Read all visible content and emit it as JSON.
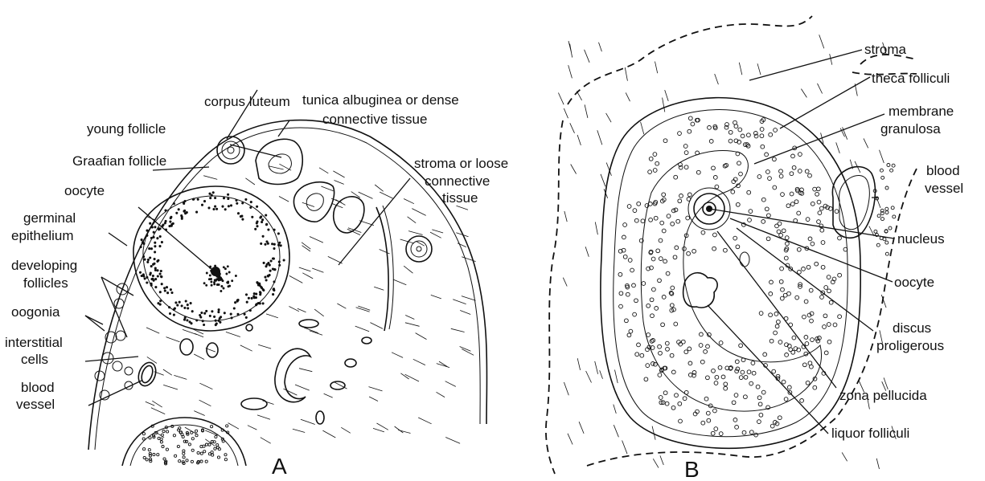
{
  "panel_a": {
    "letter": "A",
    "labels": {
      "corpus_luteum": "corpus luteum",
      "tunica_line1": "tunica albuginea or dense",
      "tunica_line2": "connective tissue",
      "young_follicle": "young follicle",
      "graafian_follicle": "Graafian follicle",
      "stroma_line1": "stroma or loose",
      "stroma_line2": "connective",
      "stroma_line3": "tissue",
      "oocyte": "oocyte",
      "germinal_line1": "germinal",
      "germinal_line2": "epithelium",
      "developing_line1": "developing",
      "developing_line2": "follicles",
      "oogonia": "oogonia",
      "interstitial_line1": "interstitial",
      "interstitial_line2": "cells",
      "blood_line1": "blood",
      "blood_line2": "vessel"
    }
  },
  "panel_b": {
    "letter": "B",
    "labels": {
      "stroma": "stroma",
      "theca": "theca folliculi",
      "membrane_line1": "membrane",
      "membrane_line2": "granulosa",
      "blood_line1": "blood",
      "blood_line2": "vessel",
      "nucleus": "nucleus",
      "oocyte": "oocyte",
      "discus_line1": "discus",
      "discus_line2": "proligerous",
      "zona": "zona pellucida",
      "liquor": "liquor folliculi"
    }
  }
}
